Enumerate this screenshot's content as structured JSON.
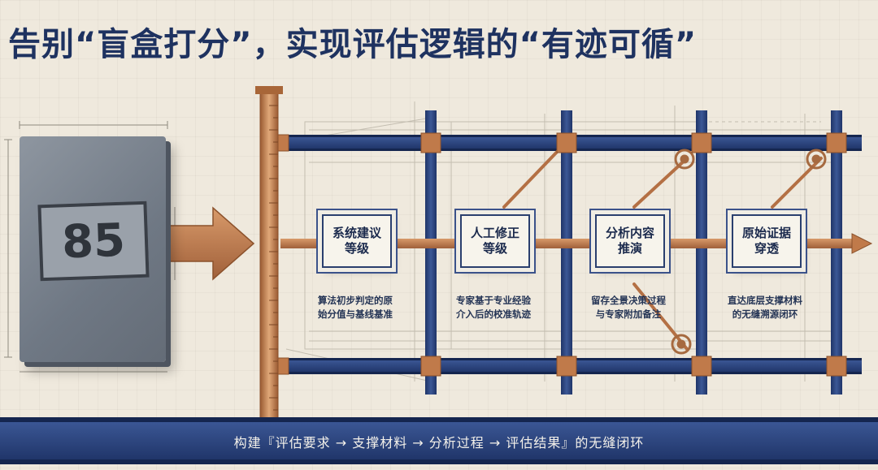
{
  "title": "告别“盲盒打分”，实现评估逻辑的“有迹可循”",
  "score": "85",
  "stages": [
    {
      "line1": "系统建议",
      "line2": "等级",
      "desc1": "算法初步判定的原",
      "desc2": "始分值与基线基准"
    },
    {
      "line1": "人工修正",
      "line2": "等级",
      "desc1": "专家基于专业经验",
      "desc2": "介入后的校准轨迹"
    },
    {
      "line1": "分析内容",
      "line2": "推演",
      "desc1": "留存全景决策过程",
      "desc2": "与专家附加备注"
    },
    {
      "line1": "原始证据",
      "line2": "穿透",
      "desc1": "直达底层支撑材料",
      "desc2": "的无缝溯源闭环"
    }
  ],
  "footer": "构建『评估要求 → 支撑材料 → 分析过程 → 评估结果』的无缝闭环",
  "colors": {
    "navy": "#1e3260",
    "steel": "#2f4680",
    "copper": "#c07a4a",
    "bg": "#efe9dd"
  }
}
